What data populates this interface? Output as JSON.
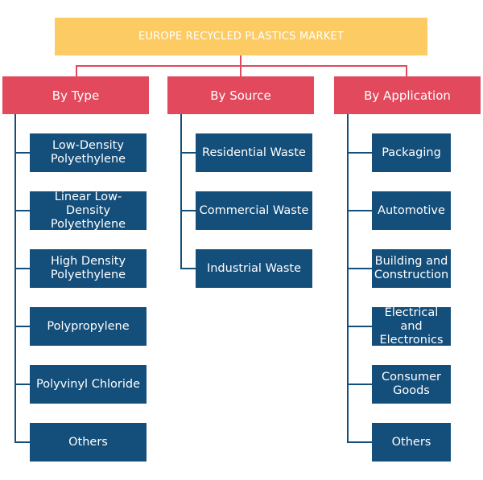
{
  "title": "EUROPE RECYCLED PLASTICS MARKET",
  "categories": [
    {
      "label": "By Type",
      "items": [
        "Low-Density Polyethylene",
        "Linear Low-Density Polyethylene",
        "High Density Polyethylene",
        "Polypropylene",
        "Polyvinyl Chloride",
        "Others"
      ]
    },
    {
      "label": "By Source",
      "items": [
        "Residential Waste",
        "Commercial Waste",
        "Industrial Waste"
      ]
    },
    {
      "label": "By Application",
      "items": [
        "Packaging",
        "Automotive",
        "Building and Construction",
        "Electrical and Electronics",
        "Consumer Goods",
        "Others"
      ]
    }
  ],
  "colors": {
    "root": "#fdcb63",
    "category": "#e2495c",
    "leaf": "#144e7a"
  }
}
